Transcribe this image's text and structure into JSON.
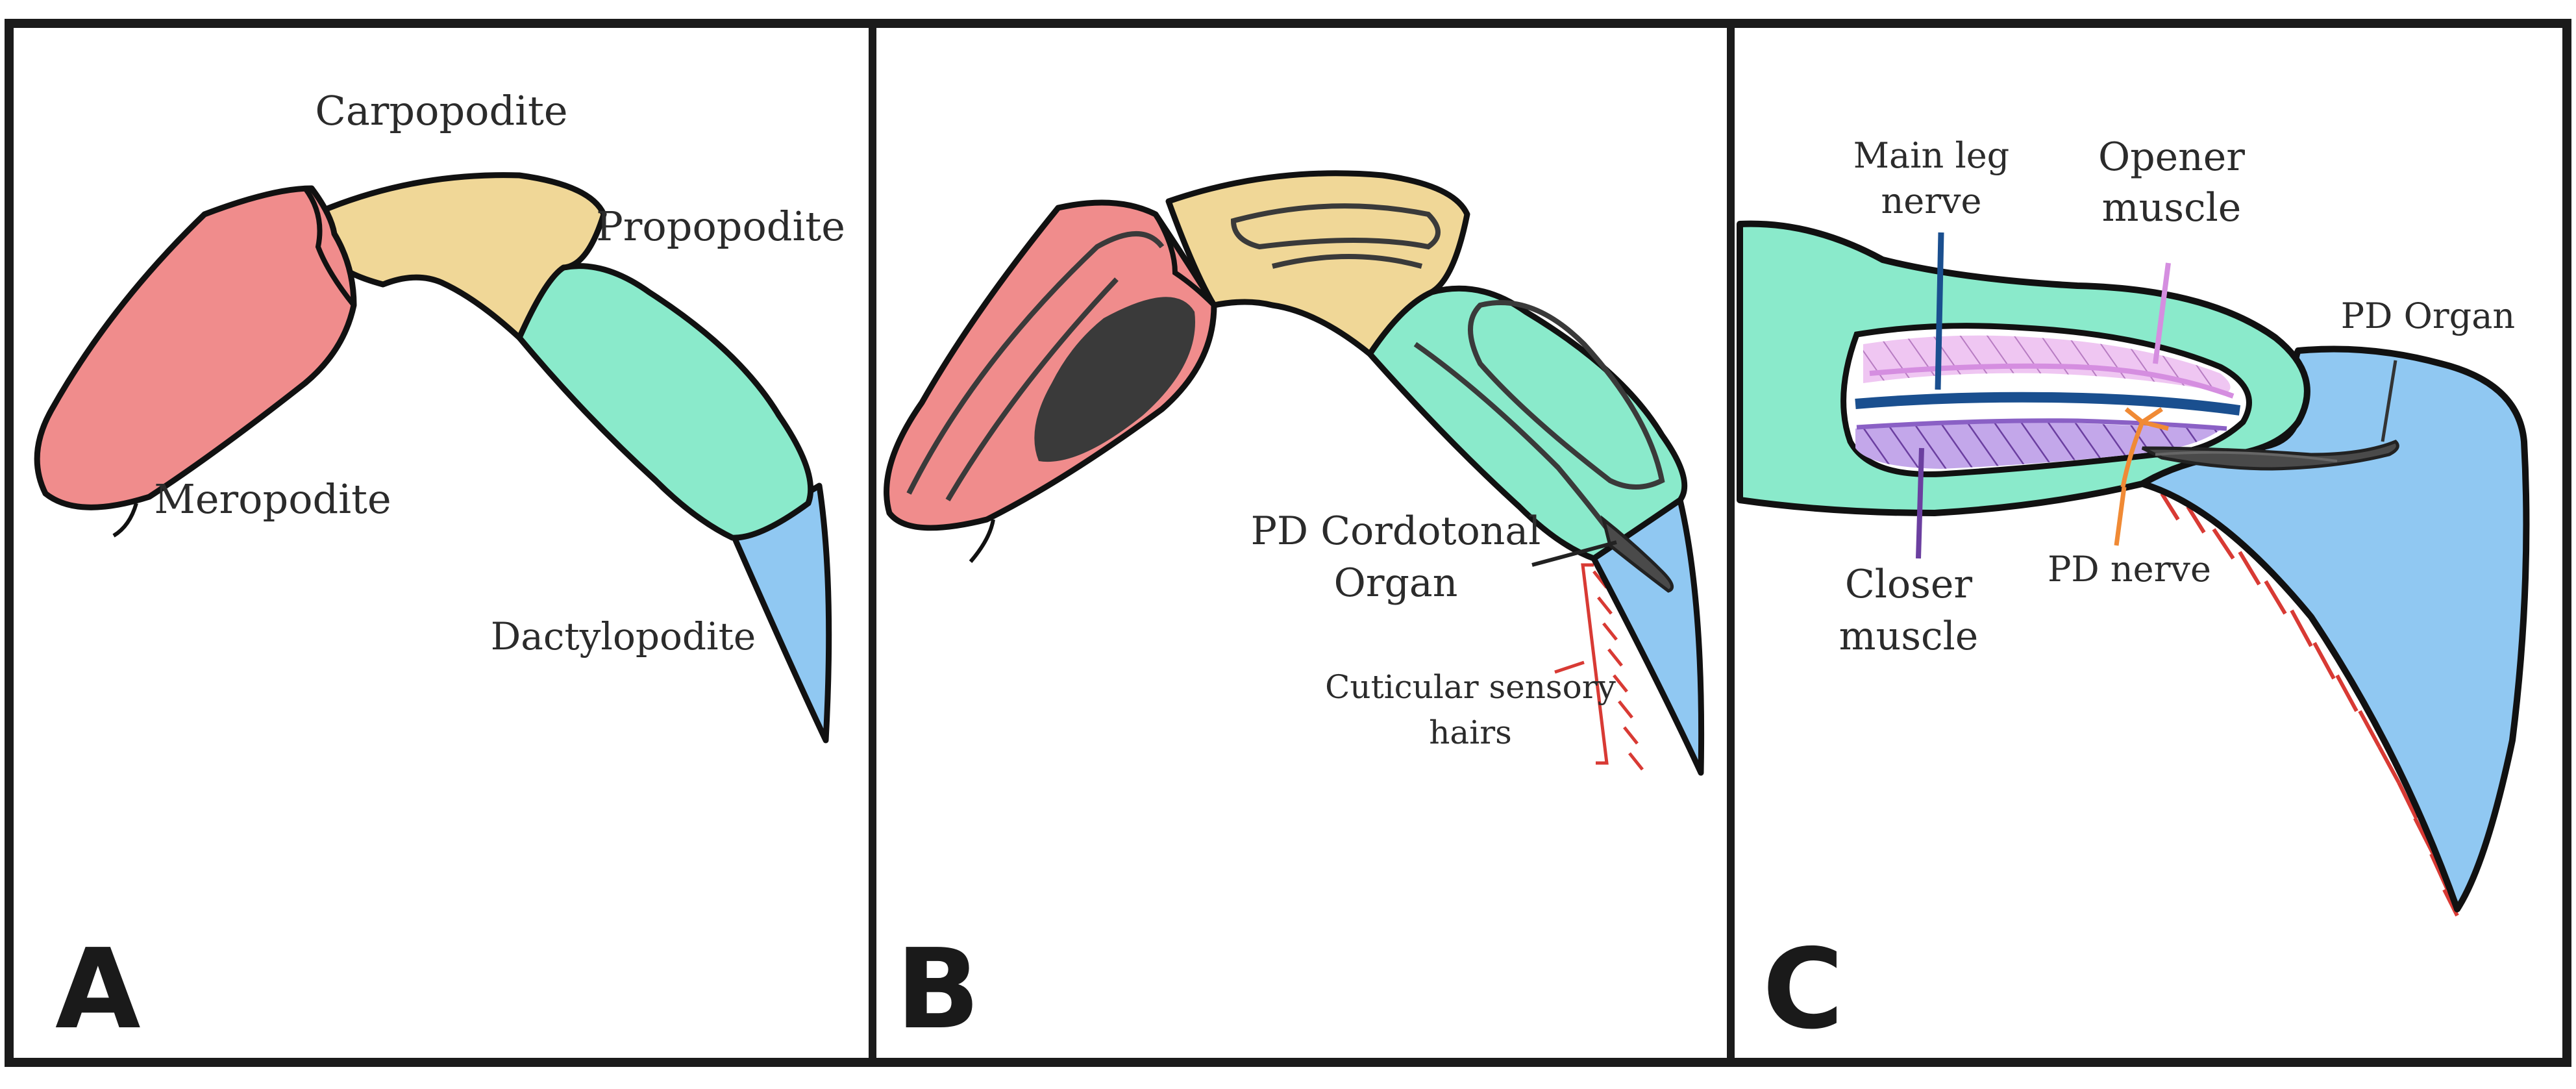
{
  "panels": {
    "a": {
      "letter": "A",
      "labels": {
        "carpopodite": "Carpopodite",
        "propopodite": "Propopodite",
        "meropodite": "Meropodite",
        "dactylopodite": "Dactylopodite"
      }
    },
    "b": {
      "letter": "B",
      "labels": {
        "pd_cordotonal_line1": "PD Cordotonal",
        "pd_cordotonal_line2": "Organ",
        "cuticular_line1": "Cuticular sensory",
        "cuticular_line2": "hairs"
      }
    },
    "c": {
      "letter": "C",
      "labels": {
        "main_leg_nerve_line1": "Main leg",
        "main_leg_nerve_line2": "nerve",
        "opener_line1": "Opener",
        "opener_line2": "muscle",
        "pd_organ": "PD Organ",
        "closer_line1": "Closer",
        "closer_line2": "muscle",
        "pd_nerve": "PD nerve"
      }
    }
  },
  "colors": {
    "meropodite": "#f08c8c",
    "carpopodite": "#f0d797",
    "propopodite": "#8aeacb",
    "dactylopodite": "#90c8f2",
    "cuticular_hairs": "#d83a34",
    "main_leg_nerve": "#1a4f8f",
    "opener_muscle": "#e6a6ee",
    "closer_muscle": "#a67fd6",
    "pd_nerve": "#f08a35",
    "pd_organ": "#4a4a4a"
  }
}
